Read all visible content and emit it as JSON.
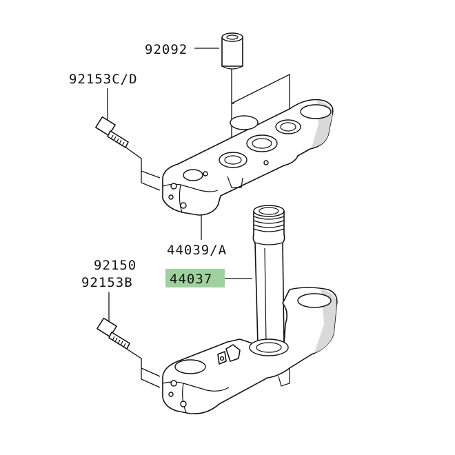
{
  "parts": {
    "p92092": "92092",
    "p92153cd": "92153C/D",
    "p44039a": "44039/A",
    "p92150": "92150",
    "p92153b": "92153B",
    "p44037": "44037"
  },
  "colors": {
    "highlight": "#9fd19f",
    "line": "#111111",
    "background": "#ffffff"
  }
}
